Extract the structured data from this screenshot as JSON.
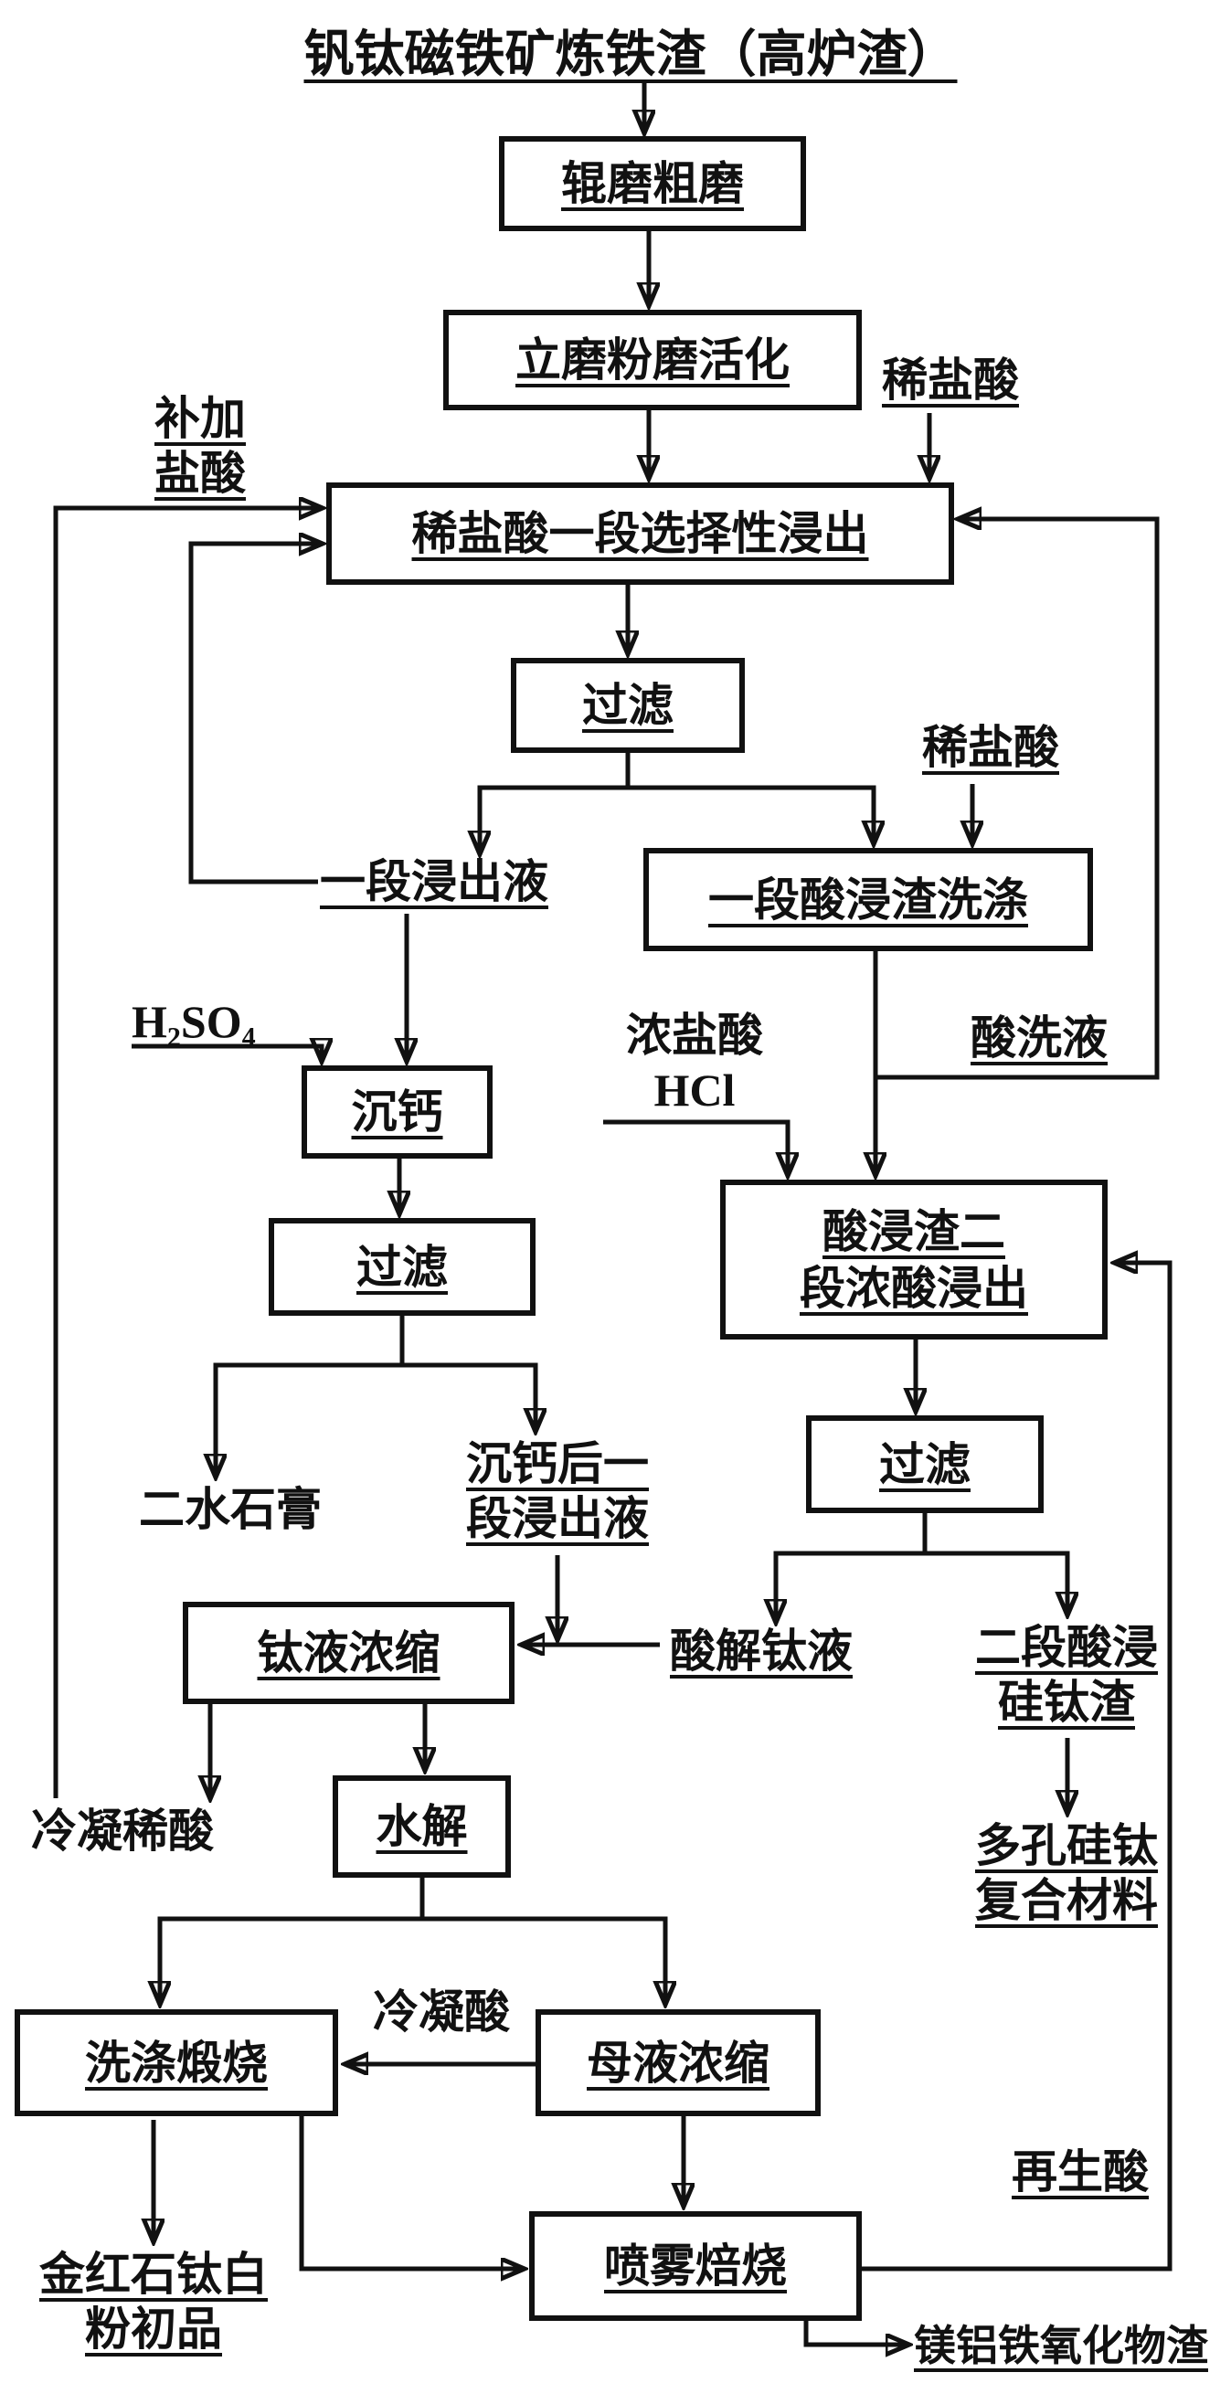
{
  "title": "钒钛磁铁矿炼铁渣（高炉渣）",
  "colors": {
    "ink": "#111111",
    "background": "#ffffff"
  },
  "boxes": {
    "roller_mill": "辊磨粗磨",
    "vertical_mill": "立磨粉磨活化",
    "first_leach": "稀盐酸一段选择性浸出",
    "filter1": "过滤",
    "residue_wash": "一段酸浸渣洗涤",
    "calcium_precip": "沉钙",
    "filter2": "过滤",
    "second_leach": "酸浸渣二\n段浓酸浸出",
    "filter3": "过滤",
    "ti_concentrate": "钛液浓缩",
    "hydrolysis": "水解",
    "wash_calcine": "洗涤煅烧",
    "mother_liquor": "母液浓缩",
    "spray_roast": "喷雾焙烧"
  },
  "labels": {
    "dilute_hcl_top": "稀盐酸",
    "makeup_hcl": "补加\n盐酸",
    "dilute_hcl_2": "稀盐酸",
    "first_leachate": "一段浸出液",
    "acid_wash_liquid": "酸洗液",
    "h2so4": "H₂SO₄",
    "conc_hcl": "浓盐酸\nHCl",
    "gypsum": "二水石膏",
    "leachate_after_ca": "沉钙后一\n段浸出液",
    "acid_ti_liquid": "酸解钛液",
    "second_residue": "二段酸浸\n硅钛渣",
    "porous_material": "多孔硅钛\n复合材料",
    "cond_dilute_acid": "冷凝稀酸",
    "cond_acid": "冷凝酸",
    "rutile_product": "金红石钛白\n粉初品",
    "regen_acid": "再生酸",
    "mgalfe_slag": "镁铝铁氧化物渣"
  }
}
